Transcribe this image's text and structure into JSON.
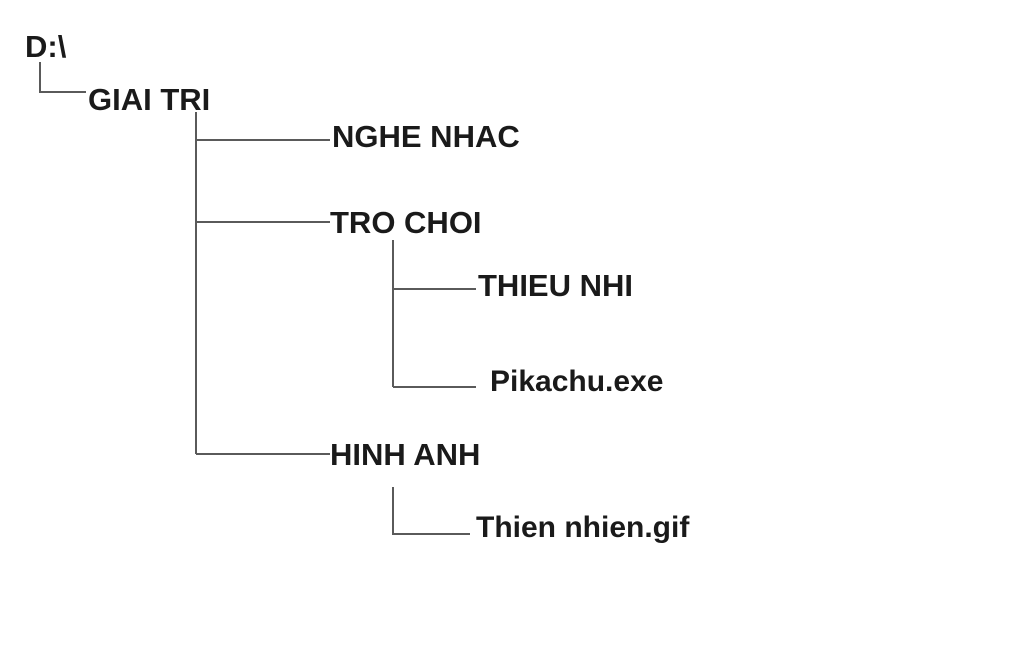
{
  "tree": {
    "root": {
      "label": "D:\\"
    },
    "giai_tri": {
      "label": "GIAI TRI"
    },
    "nghe_nhac": {
      "label": "NGHE NHAC"
    },
    "tro_choi": {
      "label": "TRO CHOI"
    },
    "thieu_nhi": {
      "label": "THIEU NHI"
    },
    "pikachu": {
      "label": "Pikachu.exe"
    },
    "hinh_anh": {
      "label": "HINH ANH"
    },
    "thien_nhien": {
      "label": "Thien nhien.gif"
    }
  },
  "colors": {
    "line": "#5a5a5a",
    "text": "#1a1a1a",
    "background": "#ffffff"
  }
}
